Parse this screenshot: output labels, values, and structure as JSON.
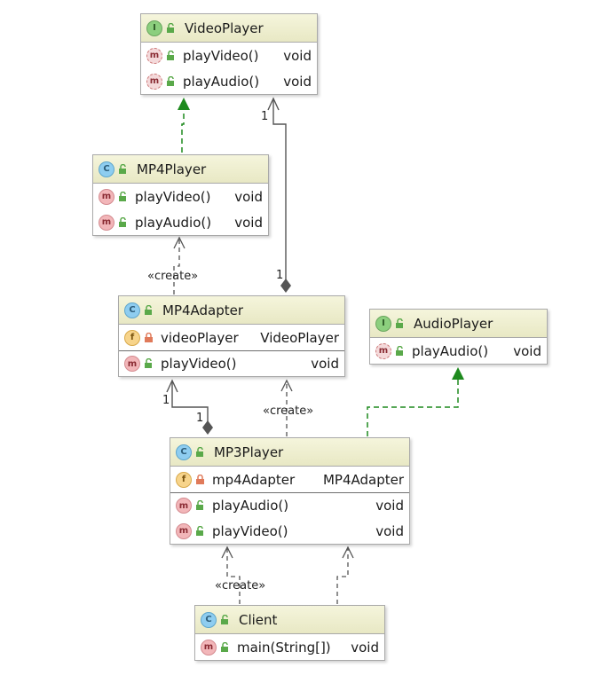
{
  "colors": {
    "realization": "#1e8a1e",
    "association": "#555555",
    "header_bg": "#f0f0d2",
    "border": "#a9a9a9"
  },
  "labels": {
    "create": "«create»",
    "mult_one": "1"
  },
  "classes": {
    "video_player": {
      "kind": "I",
      "name": "VideoPlayer",
      "methods": [
        {
          "name": "playVideo()",
          "type": "void"
        },
        {
          "name": "playAudio()",
          "type": "void"
        }
      ]
    },
    "mp4_player": {
      "kind": "C",
      "name": "MP4Player",
      "methods": [
        {
          "name": "playVideo()",
          "type": "void"
        },
        {
          "name": "playAudio()",
          "type": "void"
        }
      ]
    },
    "mp4_adapter": {
      "kind": "C",
      "name": "MP4Adapter",
      "fields": [
        {
          "name": "videoPlayer",
          "type": "VideoPlayer"
        }
      ],
      "methods": [
        {
          "name": "playVideo()",
          "type": "void"
        }
      ]
    },
    "audio_player": {
      "kind": "I",
      "name": "AudioPlayer",
      "methods": [
        {
          "name": "playAudio()",
          "type": "void"
        }
      ]
    },
    "mp3_player": {
      "kind": "C",
      "name": "MP3Player",
      "fields": [
        {
          "name": "mp4Adapter",
          "type": "MP4Adapter"
        }
      ],
      "methods": [
        {
          "name": "playAudio()",
          "type": "void"
        },
        {
          "name": "playVideo()",
          "type": "void"
        }
      ]
    },
    "client": {
      "kind": "C",
      "name": "Client",
      "methods": [
        {
          "name": "main(String[])",
          "type": "void"
        }
      ]
    }
  }
}
